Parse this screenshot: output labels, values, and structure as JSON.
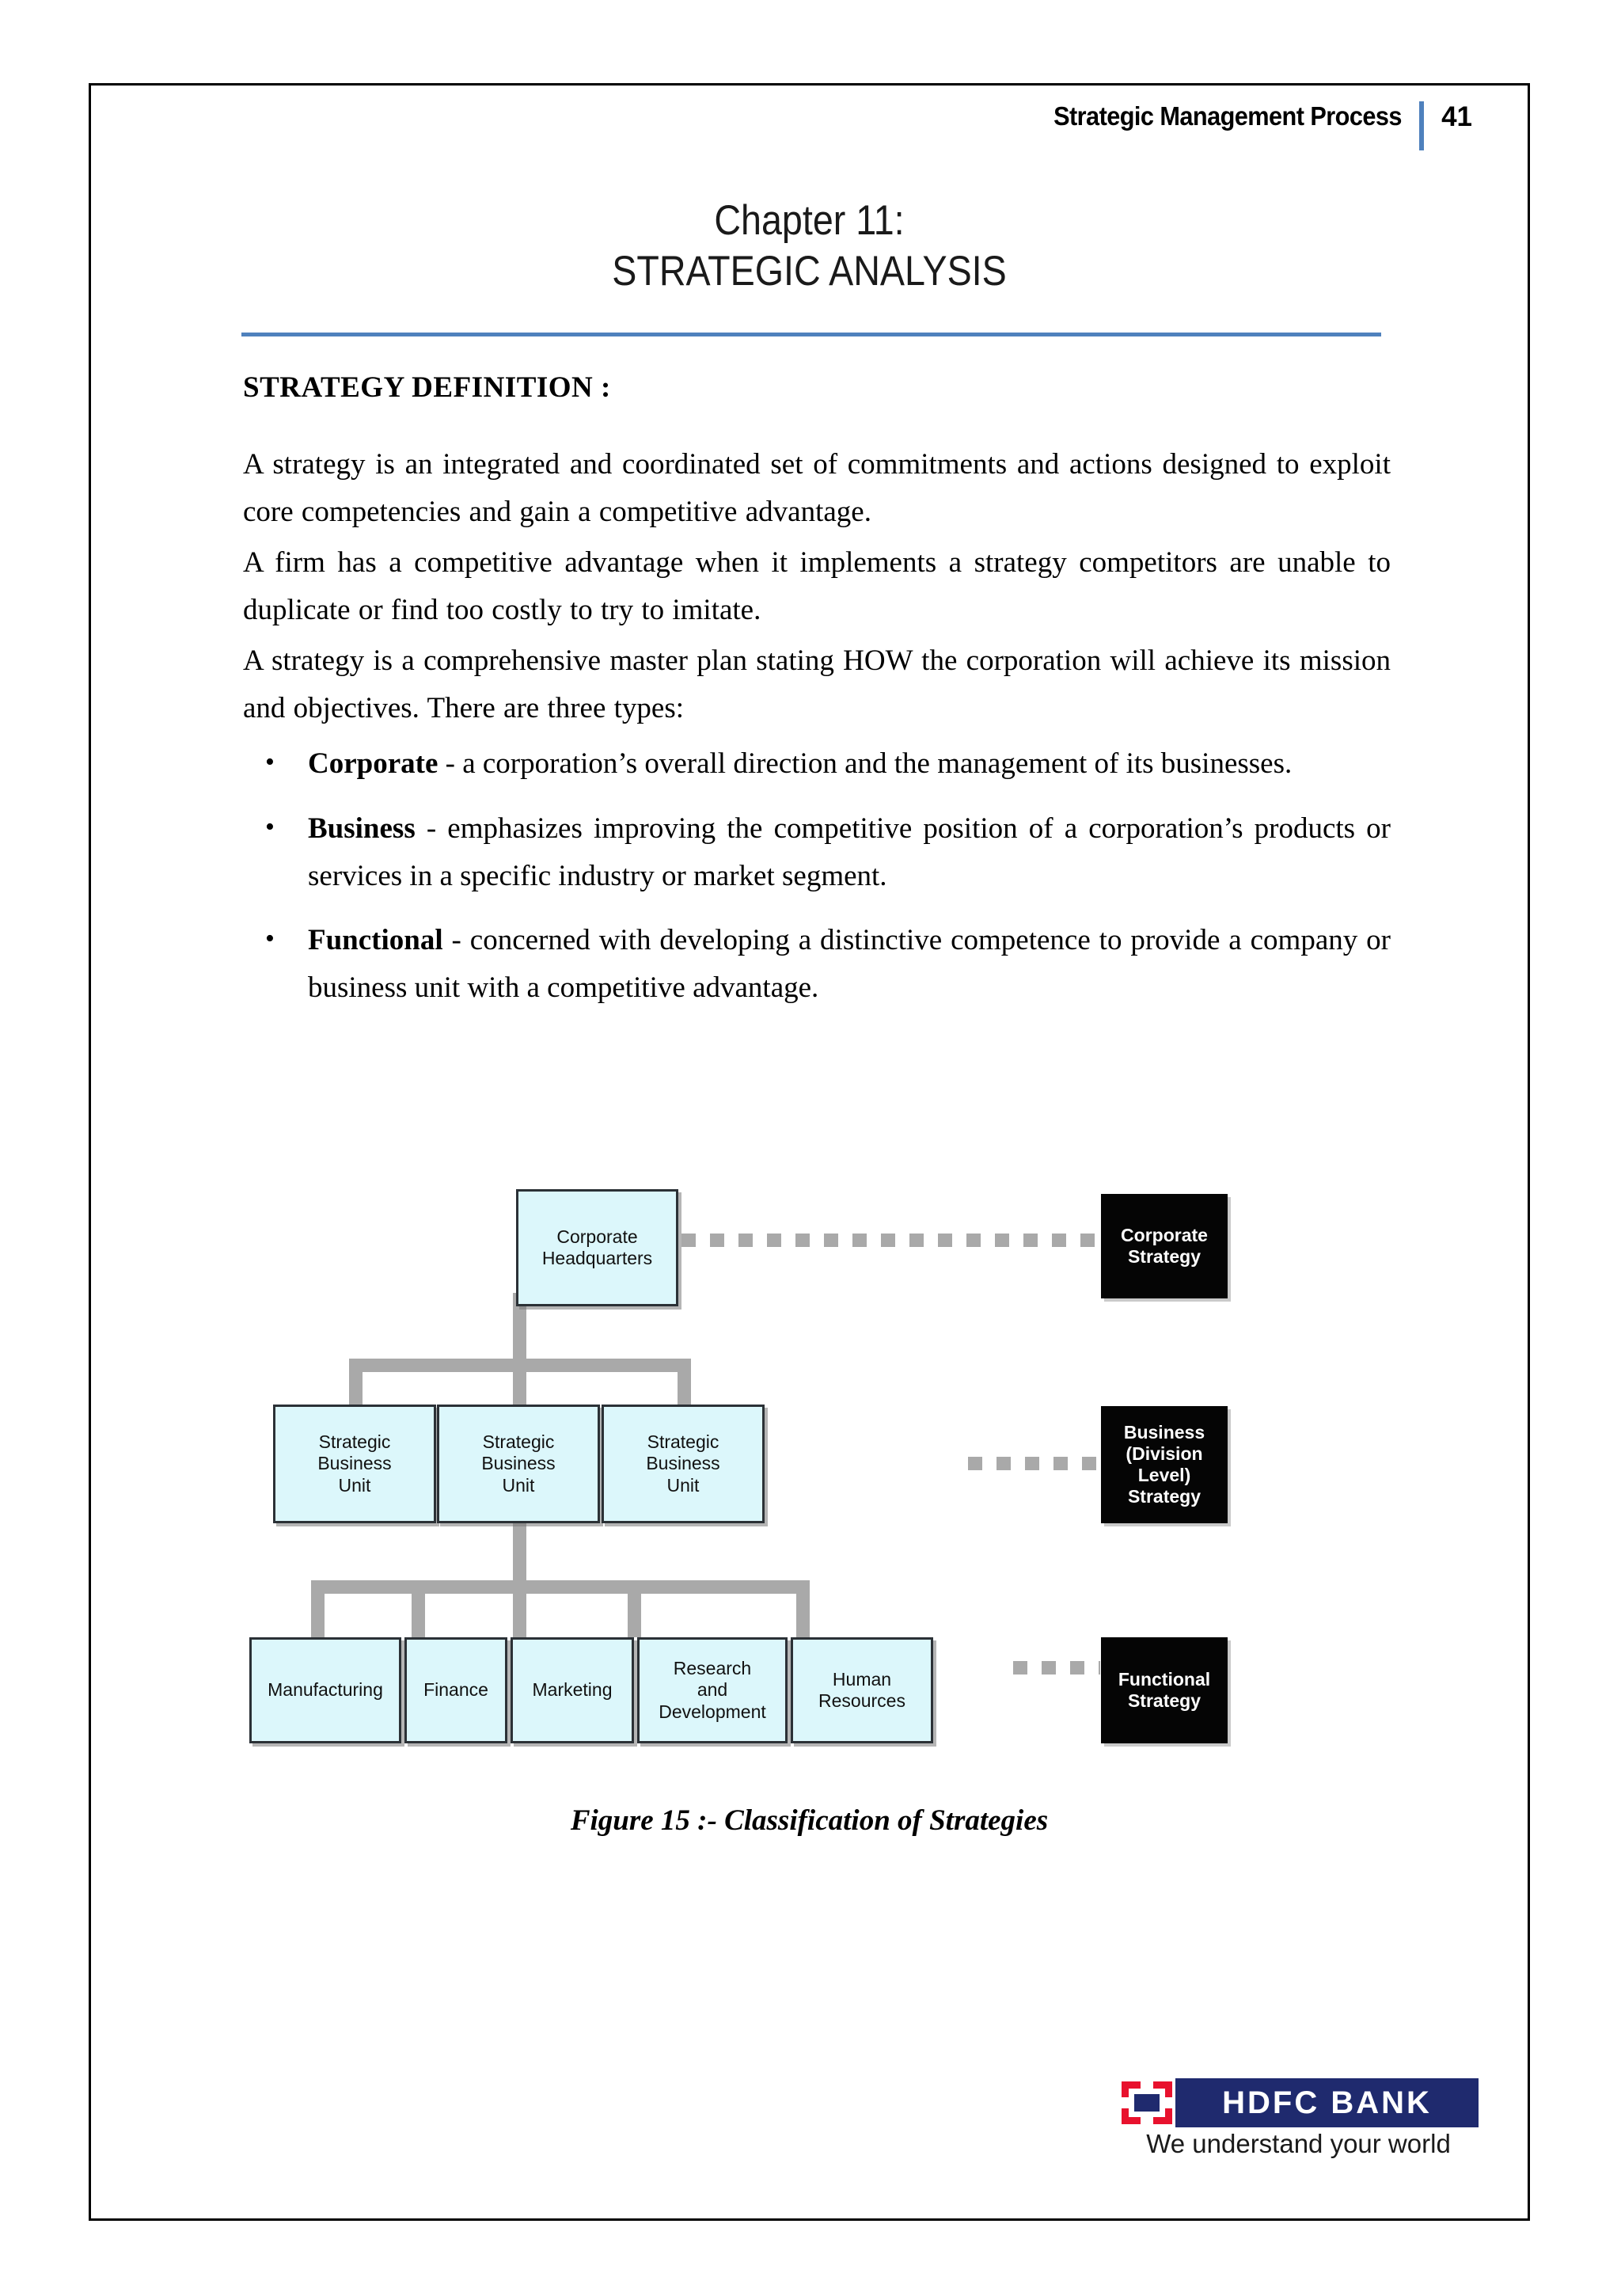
{
  "header": {
    "title": "Strategic Management Process",
    "page_number": "41",
    "rule_color": "#4f81bd"
  },
  "chapter": {
    "label": "Chapter 11:",
    "name": "STRATEGIC ANALYSIS"
  },
  "content": {
    "section_heading": "STRATEGY DEFINITION :",
    "paragraphs": [
      "A strategy is an integrated and coordinated set of commitments and actions designed to exploit  core competencies  and gain a competitive  advantage.",
      "A firm  has a competitive advantage when it implements a strategy competitors are unable  to duplicate  or find  too costly  to try to imitate.",
      "A strategy is a comprehensive master plan stating HOW the corporation will achieve its mission  and objectives.   There are three types:"
    ],
    "bullets": [
      {
        "marker": "•",
        "term": "Corporate",
        "rest": " - a corporation’s  overall  direction  and the management  of its businesses."
      },
      {
        "marker": "•",
        "term": "Business",
        "rest": " - emphasizes improving the competitive position of a corporation’s products or services  in a specific  industry  or market segment."
      },
      {
        "marker": "•",
        "term": "Functional",
        "rest": " - concerned  with  developing  a  distinctive  competence  to  provide  a company or business  unit  with  a competitive  advantage."
      }
    ]
  },
  "figure": {
    "caption": "Figure 15 :- Classification of Strategies",
    "colors": {
      "unit_fill": "#dcf7fb",
      "unit_border": "#2b3136",
      "strategy_fill": "#050505",
      "strategy_text": "#ffffff",
      "connector": "#a9a9a9"
    },
    "nodes": {
      "corporate_headquarters": "Corporate\nHeadquarters",
      "corporate_strategy": "Corporate\nStrategy",
      "sbu_left": "Strategic\nBusiness\nUnit",
      "sbu_center": "Strategic\nBusiness\nUnit",
      "sbu_right": "Strategic\nBusiness\nUnit",
      "business_strategy": "Business\n(Division\nLevel)\nStrategy",
      "manufacturing": "Manufacturing",
      "finance": "Finance",
      "marketing": "Marketing",
      "research_and_development": "Research\nand\nDevelopment",
      "human_resources": "Human\nResources",
      "functional_strategy": "Functional\nStrategy"
    }
  },
  "logo": {
    "wordmark": "HDFC BANK",
    "tagline": "We understand your world",
    "mark_color": "#e8112d",
    "wordmark_bg": "#1f2a6e"
  }
}
